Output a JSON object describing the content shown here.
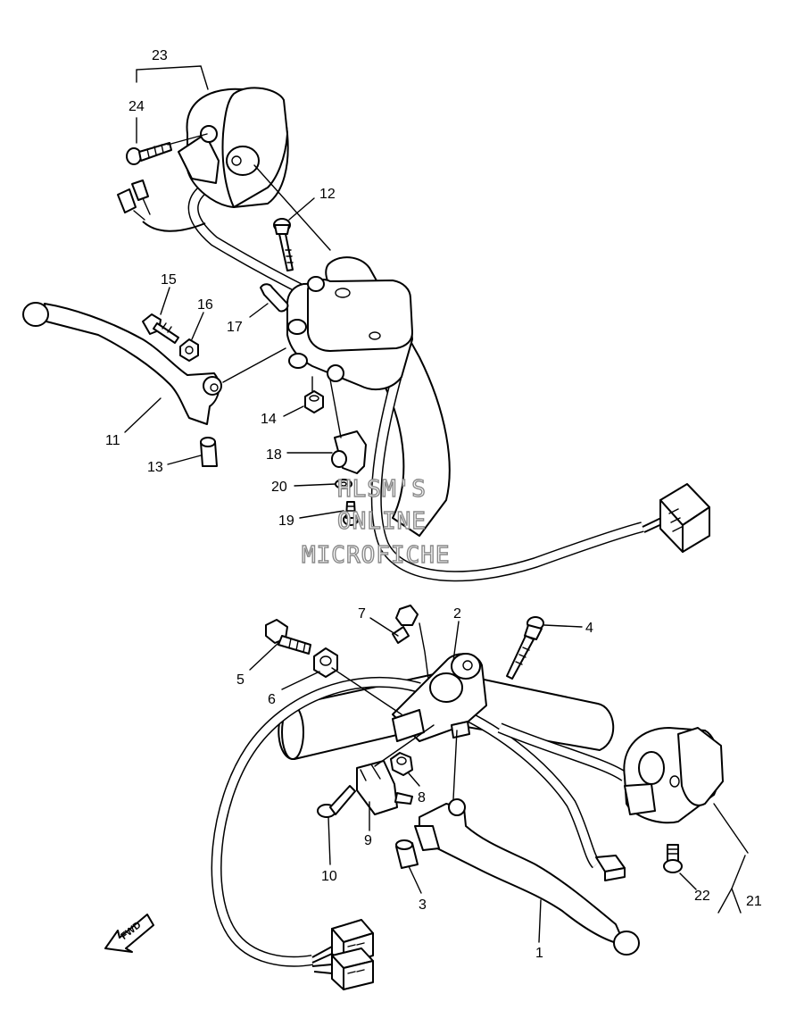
{
  "labels": {
    "l1": "1",
    "l2": "2",
    "l3": "3",
    "l4": "4",
    "l5": "5",
    "l6": "6",
    "l7": "7",
    "l8": "8",
    "l9": "9",
    "l10": "10",
    "l11": "11",
    "l12": "12",
    "l13": "13",
    "l14": "14",
    "l15": "15",
    "l16": "16",
    "l17": "17",
    "l18": "18",
    "l19": "19",
    "l20": "20",
    "l21": "21",
    "l22": "22",
    "l23": "23",
    "l24": "24"
  },
  "watermark": {
    "line1": "HLSM'S",
    "line2": "ONLINE",
    "line3": "MICROFICHE"
  },
  "fwd_badge": "FWD"
}
